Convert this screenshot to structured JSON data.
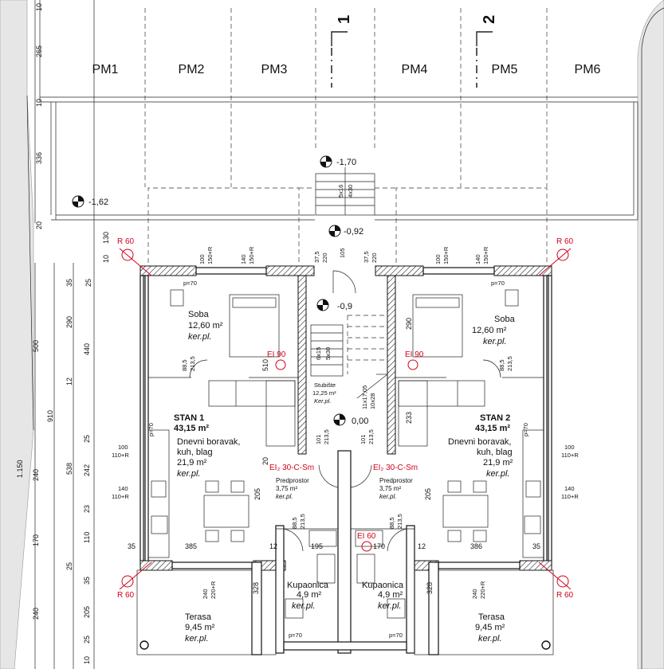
{
  "parking": {
    "spots": [
      "PM1",
      "PM2",
      "PM3",
      "PM4",
      "PM5",
      "PM6"
    ]
  },
  "sections": {
    "left": "1",
    "right": "2"
  },
  "levels": {
    "top_stairs": "-1,70",
    "left_yard": "-1,62",
    "entry": "-0,92",
    "stair_landing": "-0,9",
    "ground": "0,00"
  },
  "stan1": {
    "title": "STAN 1",
    "area": "43,15 m²",
    "soba": {
      "name": "Soba",
      "area": "12,60 m²",
      "finish": "ker.pl."
    },
    "living": {
      "name1": "Dnevni boravak,",
      "name2": "kuh, blag",
      "area": "21,9 m²",
      "finish": "ker.pl."
    },
    "predprostor": {
      "name": "Predprostor",
      "area": "3,75 m²",
      "finish": "ker.pl."
    },
    "kupaonica": {
      "name": "Kupaonica",
      "area": "4,9 m²",
      "finish": "ker.pl."
    },
    "terasa": {
      "name": "Terasa",
      "area": "9,45 m²",
      "finish": "ker.pl."
    }
  },
  "stan2": {
    "title": "STAN 2",
    "area": "43,15 m²",
    "soba": {
      "name": "Soba",
      "area": "12,60 m²",
      "finish": "ker.pl."
    },
    "living": {
      "name1": "Dnevni boravak,",
      "name2": "kuh, blag",
      "area": "21,9 m²",
      "finish": "ker.pl."
    },
    "predprostor": {
      "name": "Predprostor",
      "area": "3,75 m²",
      "finish": "ker.pl."
    },
    "kupaonica": {
      "name": "Kupaonica",
      "area": "4,9 m²",
      "finish": "ker.pl."
    },
    "terasa": {
      "name": "Terasa",
      "area": "9,45 m²",
      "finish": "ker.pl."
    }
  },
  "stubiste": {
    "name": "Stubište",
    "area": "12,25 m²",
    "finish": "Ker.pl."
  },
  "fire": {
    "r60": "R 60",
    "ei60": "EI 60",
    "ei90": "EI 90",
    "ei230": "EI₂ 30-C-Sm"
  },
  "dims": {
    "top_left": [
      "10",
      "265",
      "10",
      "336",
      "20",
      "130",
      "10"
    ],
    "left_col1": [
      "25",
      "35",
      "290",
      "440",
      "12",
      "25",
      "538",
      "242",
      "23",
      "110",
      "25",
      "35",
      "205",
      "25",
      "10"
    ],
    "left_col2": [
      "500",
      "910",
      "240",
      "170",
      "240",
      "1.150"
    ],
    "stairs_top": [
      "37,5",
      "105",
      "37,5",
      "220",
      "220"
    ],
    "stairs_flight": [
      "5x16",
      "4x30"
    ],
    "stairs_main": [
      "6x15",
      "5x30"
    ],
    "stairs_small": [
      "11x17,05",
      "10x28"
    ],
    "windows": [
      "100",
      "150+R",
      "140",
      "100",
      "110+R",
      "140",
      "110+R",
      "240",
      "220+R"
    ],
    "doors": [
      "88,5",
      "213,5",
      "101",
      "213,5",
      "88,5",
      "213,5"
    ],
    "bottom": [
      "385",
      "195",
      "170",
      "386",
      "35",
      "12",
      "328",
      "205",
      "20",
      "233",
      "510",
      "290",
      "p=70"
    ]
  }
}
